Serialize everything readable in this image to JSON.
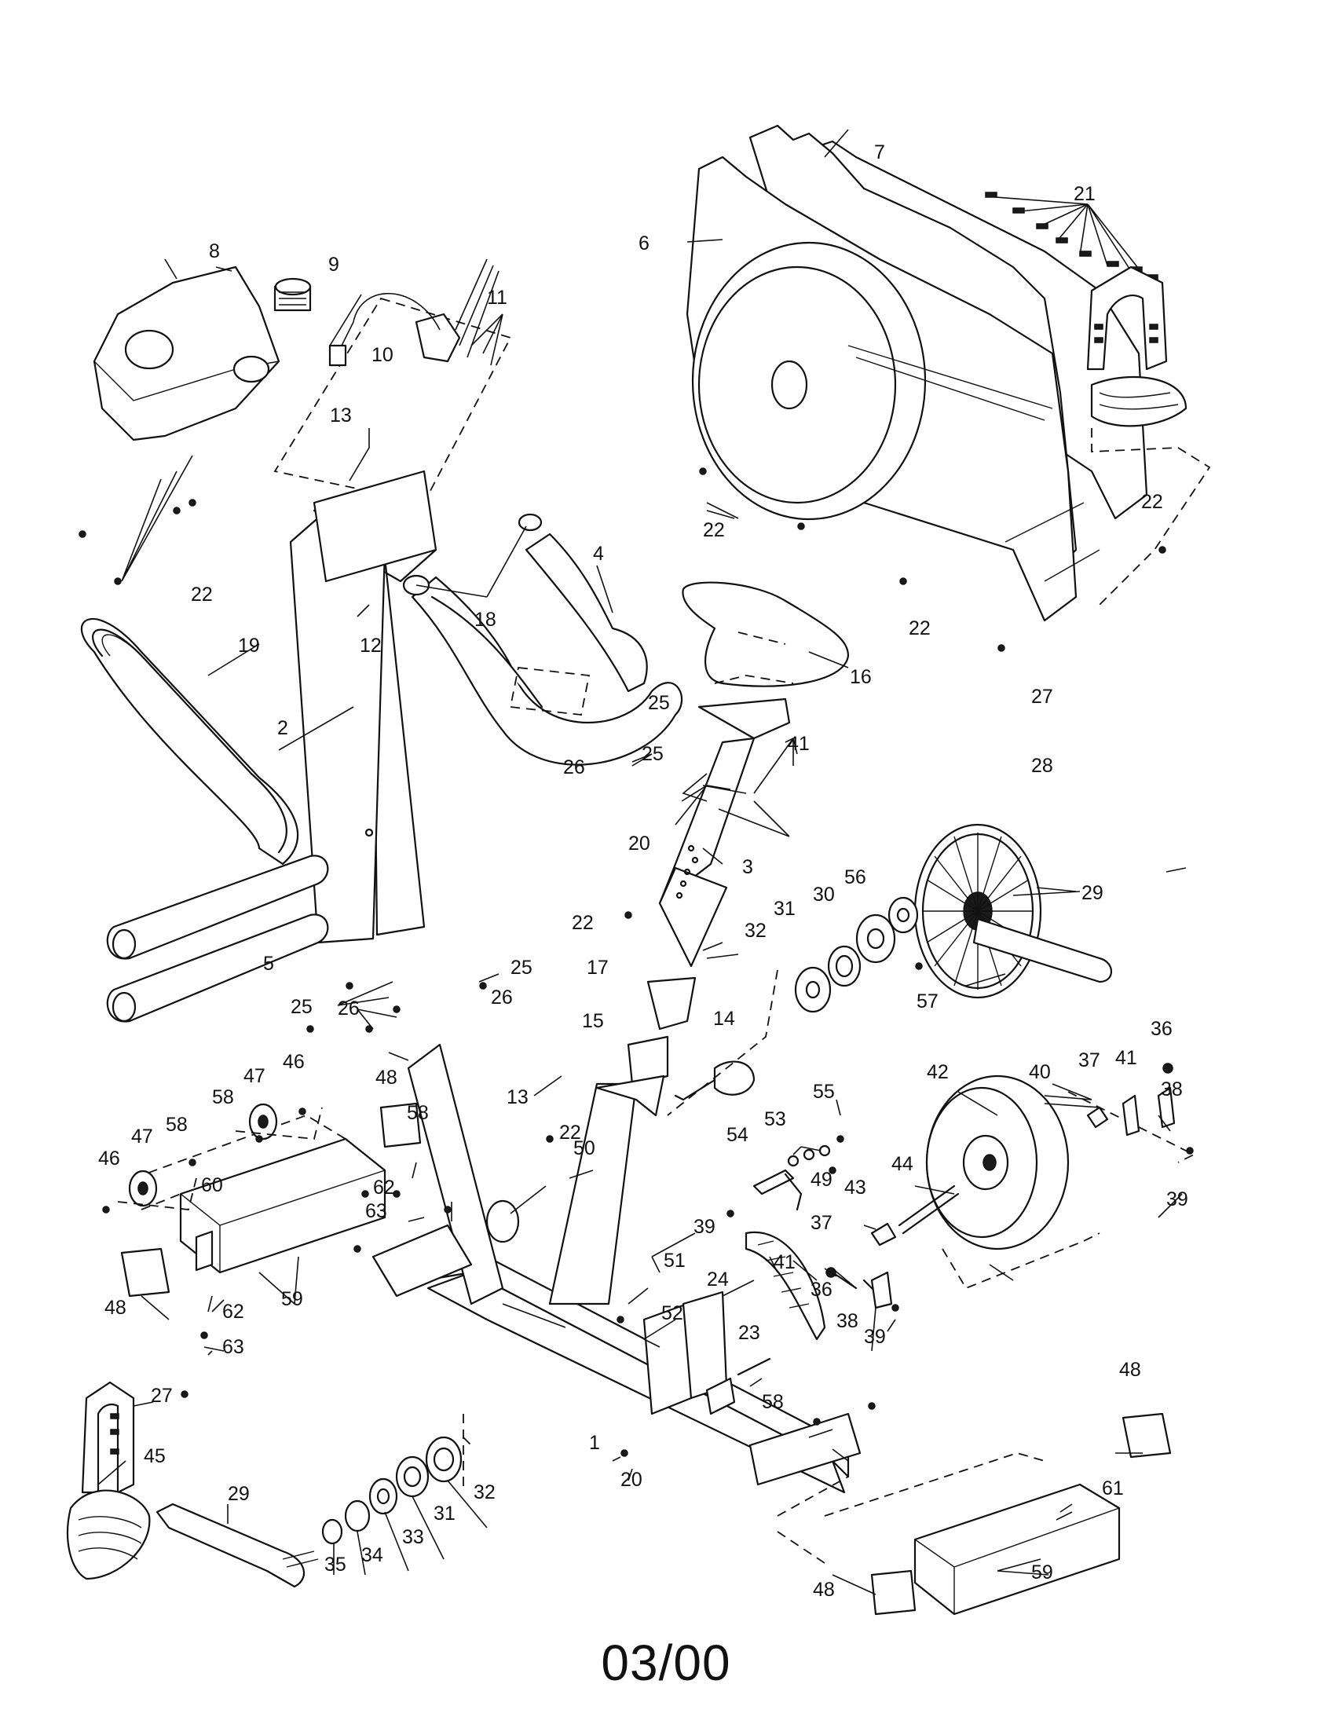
{
  "footer": {
    "date_code": "03/00"
  },
  "callouts": {
    "c1": "1",
    "c2": "2",
    "c3": "3",
    "c4": "4",
    "c5": "5",
    "c6": "6",
    "c7": "7",
    "c8": "8",
    "c9": "9",
    "c10": "10",
    "c11": "11",
    "c12": "12",
    "c13": "13",
    "c14": "14",
    "c15": "15",
    "c16": "16",
    "c17": "17",
    "c18": "18",
    "c19": "19",
    "c20": "20",
    "c21": "21",
    "c22": "22",
    "c23": "23",
    "c24": "24",
    "c25": "25",
    "c26": "26",
    "c27": "27",
    "c28": "28",
    "c29": "29",
    "c30": "30",
    "c31": "31",
    "c32": "32",
    "c33": "33",
    "c34": "34",
    "c35": "35",
    "c36": "36",
    "c37": "37",
    "c38": "38",
    "c39": "39",
    "c40": "40",
    "c41": "41",
    "c42": "42",
    "c43": "43",
    "c44": "44",
    "c45": "45",
    "c46": "46",
    "c47": "47",
    "c48": "48",
    "c49": "49",
    "c50": "50",
    "c51": "51",
    "c52": "52",
    "c53": "53",
    "c54": "54",
    "c55": "55",
    "c56": "56",
    "c57": "57",
    "c58": "58",
    "c59": "59",
    "c60": "60",
    "c61": "61",
    "c62": "62",
    "c63": "63"
  }
}
